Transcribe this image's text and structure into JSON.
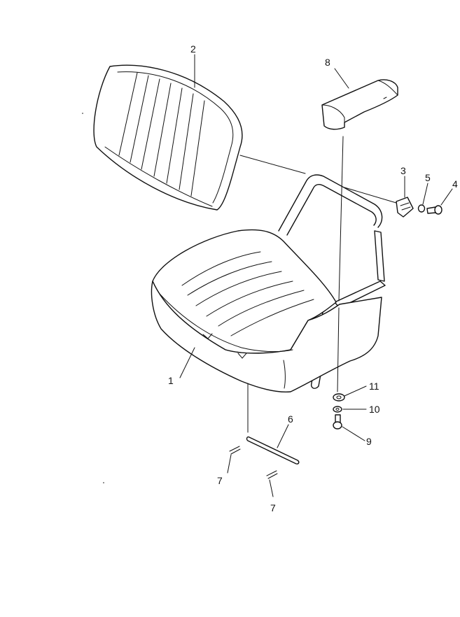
{
  "labels": {
    "p1": "1",
    "p2": "2",
    "p3": "3",
    "p4": "4",
    "p5": "5",
    "p6": "6",
    "p7a": "7",
    "p7b": "7",
    "p8": "8",
    "p9": "9",
    "p10": "10",
    "p11": "11"
  }
}
